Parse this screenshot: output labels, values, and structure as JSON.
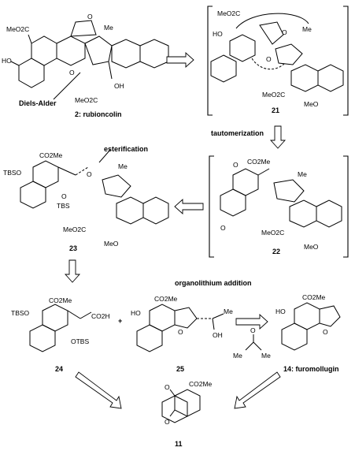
{
  "annotations": {
    "diels_alder": "Diels-Alder",
    "tautomerization": "tautomerization",
    "esterification": "esterification",
    "organolithium_addition": "organolithium addition"
  },
  "compounds": {
    "c2": "2: rubioncolin",
    "c21": "21",
    "c22": "22",
    "c23": "23",
    "c24": "24",
    "c25": "25",
    "c14": "14: furomollugin",
    "c11": "11"
  },
  "atom_labels": {
    "meo2c": "MeO2C",
    "co2me": "CO2Me",
    "co2h": "CO2H",
    "ho": "HO",
    "oh": "OH",
    "tbso": "TBSO",
    "otbs": "OTBS",
    "tbs": "TBS",
    "o": "O",
    "me": "Me",
    "meo": "MeO"
  }
}
